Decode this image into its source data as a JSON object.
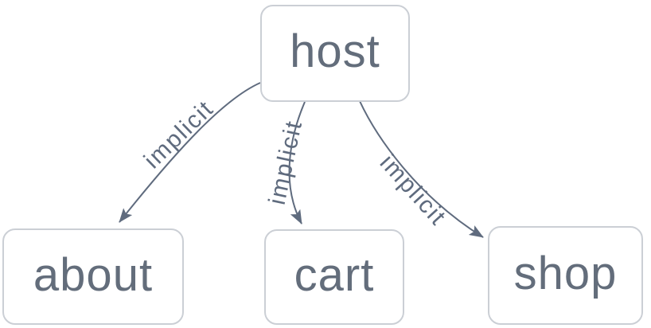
{
  "diagram": {
    "type": "dependency-graph",
    "nodes": [
      {
        "id": "host",
        "label": "host"
      },
      {
        "id": "about",
        "label": "about"
      },
      {
        "id": "cart",
        "label": "cart"
      },
      {
        "id": "shop",
        "label": "shop"
      }
    ],
    "edges": [
      {
        "from": "host",
        "to": "about",
        "label": "implicit",
        "style": "curved-arrow"
      },
      {
        "from": "host",
        "to": "cart",
        "label": "implicit",
        "style": "curved-arrow"
      },
      {
        "from": "host",
        "to": "shop",
        "label": "implicit",
        "style": "curved-arrow"
      }
    ],
    "colors": {
      "background": "#ffffff",
      "node_fill": "#ffffff",
      "node_border": "#cbcfd5",
      "node_text": "#636d7b",
      "edge_stroke": "#5f6b7e",
      "edge_label_text": "#5f6b7e"
    }
  }
}
